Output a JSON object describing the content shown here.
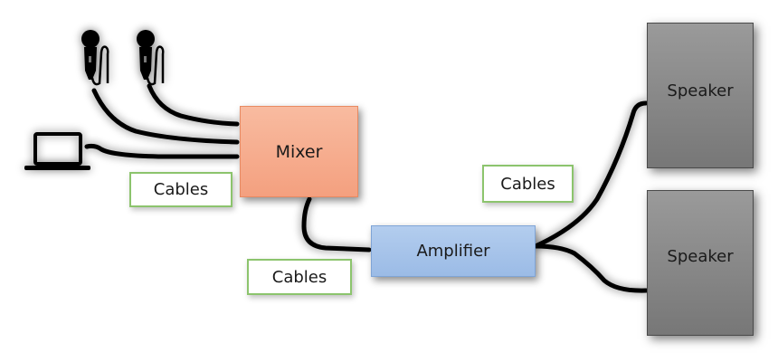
{
  "diagram": {
    "title": "Audio signal chain",
    "nodes": {
      "mixer": {
        "label": "Mixer",
        "color": "#F6A886"
      },
      "amplifier": {
        "label": "Amplifier",
        "color": "#A9C4E8"
      },
      "speaker_top": {
        "label": "Speaker",
        "color": "#8A8A8A"
      },
      "speaker_bottom": {
        "label": "Speaker",
        "color": "#8A8A8A"
      }
    },
    "sources": [
      {
        "icon": "microphone-icon",
        "name": "Microphone 1"
      },
      {
        "icon": "microphone-icon",
        "name": "Microphone 2"
      },
      {
        "icon": "laptop-icon",
        "name": "Laptop"
      }
    ],
    "cable_labels": [
      "Cables",
      "Cables",
      "Cables"
    ],
    "connections": [
      {
        "from": "Microphone 1",
        "to": "Mixer"
      },
      {
        "from": "Microphone 2",
        "to": "Mixer"
      },
      {
        "from": "Laptop",
        "to": "Mixer"
      },
      {
        "from": "Mixer",
        "to": "Amplifier"
      },
      {
        "from": "Amplifier",
        "to": "Speaker (top)"
      },
      {
        "from": "Amplifier",
        "to": "Speaker (bottom)"
      }
    ],
    "label_border_color": "#8CC46D"
  }
}
